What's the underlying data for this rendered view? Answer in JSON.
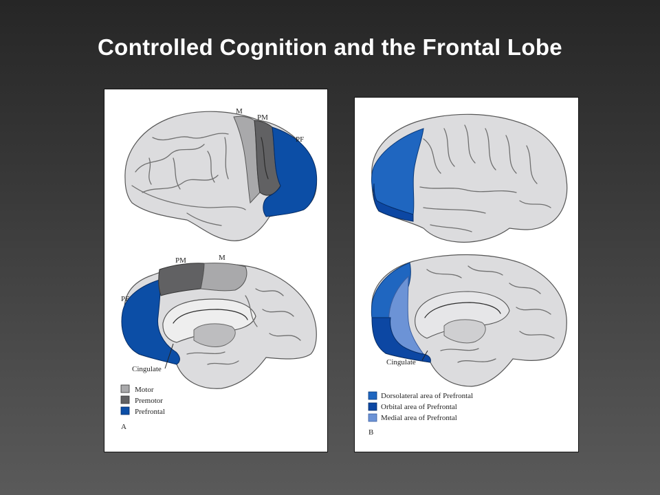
{
  "title": "Controlled Cognition and the Frontal Lobe",
  "panel_a": {
    "letter": "A",
    "lateral_labels": {
      "motor": "M",
      "premotor": "PM",
      "prefrontal": "PF"
    },
    "medial_labels": {
      "motor": "M",
      "premotor": "PM",
      "prefrontal": "PF",
      "cingulate": "Cingulate"
    },
    "legend": [
      {
        "label": "Motor",
        "color": "#a9a9ab"
      },
      {
        "label": "Premotor",
        "color": "#616163"
      },
      {
        "label": "Prefrontal",
        "color": "#0c4ea6"
      }
    ]
  },
  "panel_b": {
    "letter": "B",
    "medial_labels": {
      "cingulate": "Cingulate"
    },
    "legend": [
      {
        "label": "Dorsolateral area of Prefrontal",
        "color": "#1f66c0"
      },
      {
        "label": "Orbital area of Prefrontal",
        "color": "#0c47a3"
      },
      {
        "label": "Medial area of Prefrontal",
        "color": "#6c93d6"
      }
    ]
  },
  "colors": {
    "brain_fill": "#dcdcde",
    "brain_outline": "#555555",
    "motor": "#a9a9ab",
    "premotor": "#616163",
    "prefrontal": "#0c4ea6",
    "dorsolateral": "#1f66c0",
    "orbital": "#0c47a3",
    "medial": "#6c93d6"
  }
}
